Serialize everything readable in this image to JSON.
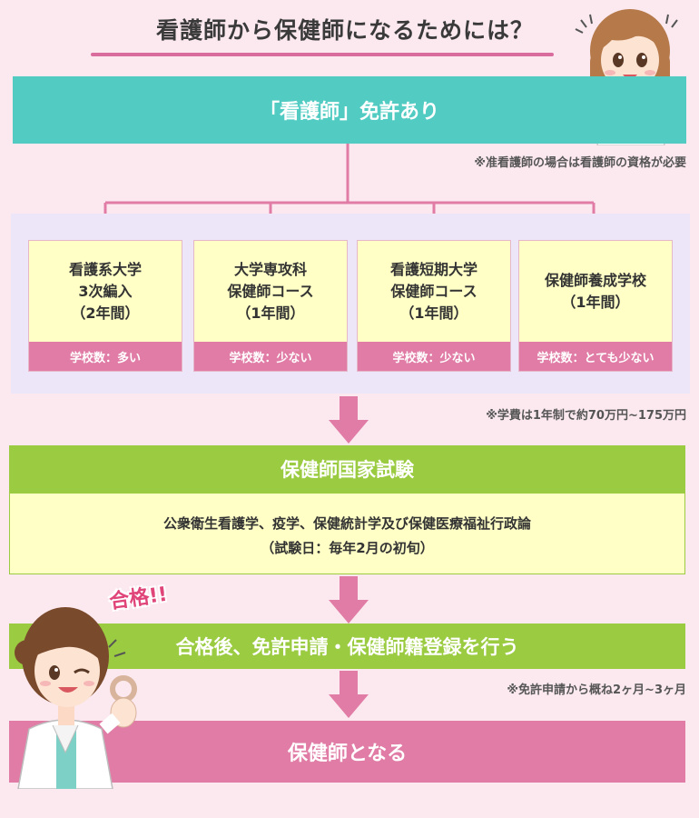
{
  "title": "看護師から保健師になるためには？",
  "license_bar": "「看護師」免許あり",
  "license_note": "※准看護師の場合は看護師の資格が必要",
  "courses": [
    {
      "name": "看護系大学\n3次編入\n（2年間）",
      "count": "学校数：多い"
    },
    {
      "name": "大学専攻科\n保健師コース\n（1年間）",
      "count": "学校数：少ない"
    },
    {
      "name": "看護短期大学\n保健師コース\n（1年間）",
      "count": "学校数：少ない"
    },
    {
      "name": "保健師養成学校\n（1年間）",
      "count": "学校数：とても少ない"
    }
  ],
  "tuition_note": "※学費は1年制で約70万円~175万円",
  "exam": {
    "title": "保健師国家試験",
    "subjects": "公衆衛生看護学、疫学、保健統計学及び保健医療福祉行政論",
    "date": "（試験日：毎年2月の初旬）"
  },
  "pass_label": "合格!!",
  "after_pass": "合格後、免許申請・保健師籍登録を行う",
  "after_note": "※免許申請から概ね2ヶ月~3ヶ月",
  "final": "保健師となる",
  "colors": {
    "teal": "#52ccc3",
    "pink": "#e07ca5",
    "green": "#9acb40",
    "cream": "#ffffc6",
    "lavender": "#ece6f8"
  }
}
